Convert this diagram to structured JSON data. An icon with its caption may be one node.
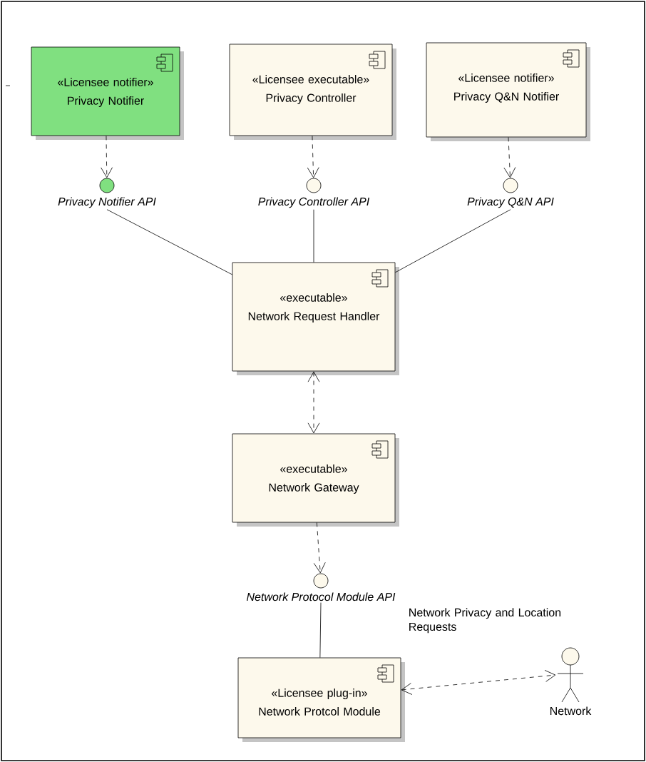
{
  "diagram": {
    "nodes": [
      {
        "text": [
          "«Licensee notifier»",
          "Privacy Notifier"
        ]
      },
      {
        "text": [
          "«Licensee executable»",
          "Privacy Controller"
        ]
      },
      {
        "text": [
          "«Licensee notifier»",
          "Privacy Q&N Notifier"
        ]
      },
      {
        "text": [],
        "shape": "circle",
        "beside": [
          "Privacy Notifier API"
        ]
      },
      {
        "text": [],
        "shape": "circle",
        "beside": [
          "Privacy Controller API"
        ]
      },
      {
        "text": [],
        "shape": "circle",
        "beside": [
          "Privacy Q&N API"
        ]
      },
      {
        "text": [
          "«executable»",
          "Network Request Handler"
        ]
      },
      {
        "text": [
          "«executable»",
          "Network Gateway"
        ]
      },
      {
        "text": [],
        "shape": "circle",
        "beside": [
          "Network Protocol Module API"
        ]
      },
      {
        "text": [
          "«Licensee plug-in»",
          "Network Protcol Module"
        ]
      },
      {
        "text": [
          "Network"
        ]
      }
    ],
    "edges": [
      {
        "from": 0,
        "to": 3,
        "arrow": "to",
        "style": "dashed"
      },
      {
        "from": 1,
        "to": 4,
        "arrow": "to",
        "style": "dashed"
      },
      {
        "from": 2,
        "to": 5,
        "arrow": "to",
        "style": "dashed"
      },
      {
        "from": 3,
        "to": 6,
        "arrow": "none"
      },
      {
        "from": 4,
        "to": 6,
        "arrow": "none"
      },
      {
        "from": 5,
        "to": 6,
        "arrow": "none"
      },
      {
        "from": 6,
        "to": 7,
        "arrow": "both",
        "style": "dashed"
      },
      {
        "from": 7,
        "to": 8,
        "arrow": "to",
        "style": "dashed"
      },
      {
        "from": 8,
        "to": 9,
        "arrow": "none"
      },
      {
        "from": 9,
        "to": 10,
        "arrow": "both",
        "style": "dashed",
        "label": "Network Privacy and Location Requests"
      }
    ]
  }
}
